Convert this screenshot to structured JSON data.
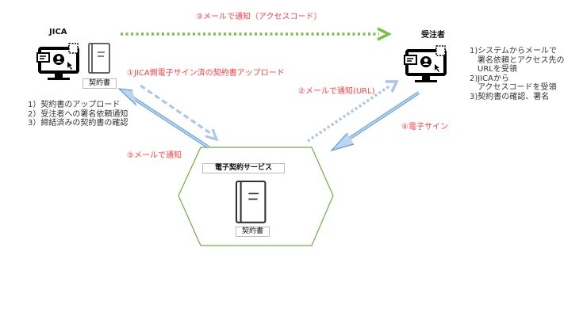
{
  "jica": {
    "title": "JICA",
    "doc_label": "契約書",
    "tasks": [
      "1）契約書のアップロード",
      "2）受注者への署名依頼通知",
      "3）締結済みの契約書の確認"
    ]
  },
  "contractor": {
    "title": "受注者",
    "tasks": [
      "1)システムからメールで",
      "　署名依頼とアクセス先の",
      "　URLを受領",
      "2)JICAから",
      "　アクセスコードを受領",
      "3)契約書の確認、署名"
    ]
  },
  "service": {
    "title": "電子契約サービス",
    "doc_label": "契約書"
  },
  "steps": {
    "s1": "①JICA側電子サイン済の契約書アップロード",
    "s2": "②メールで通知(URL)",
    "s3": "③メールで通知（アクセスコード）",
    "s4": "④電子サイン",
    "s5": "⑤メールで通知"
  },
  "colors": {
    "green": "#7ac143",
    "blue": "#5b9bd5",
    "light_blue": "#a9c6e8",
    "red": "#ff4040"
  }
}
